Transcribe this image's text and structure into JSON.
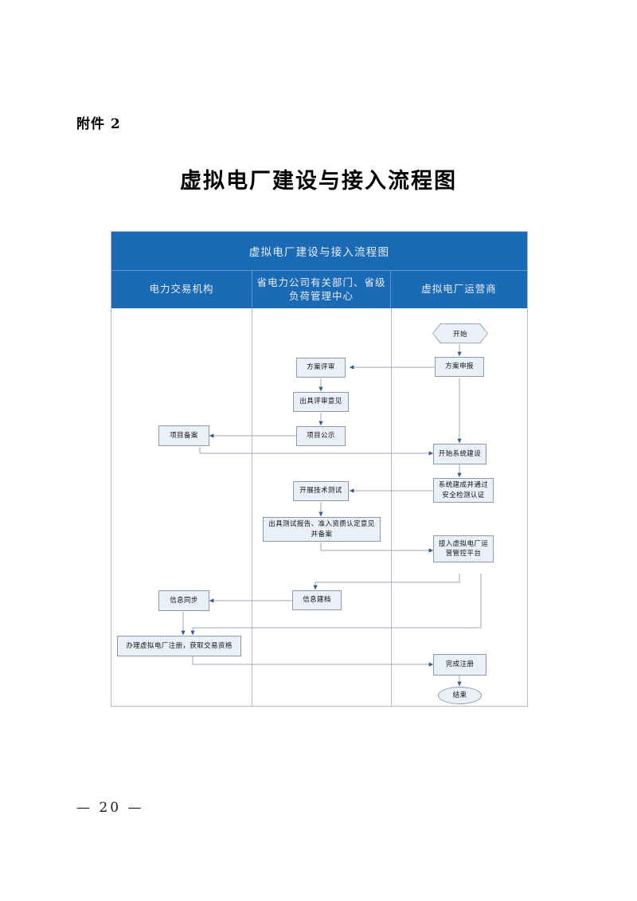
{
  "document": {
    "attachment_label": "附件 2",
    "title": "虚拟电厂建设与接入流程图",
    "page_number": "—  20  —"
  },
  "flowchart": {
    "banner_title": "虚拟电厂建设与接入流程图",
    "accent_color": "#1b6ab5",
    "node_fill": "#eaf0f8",
    "node_border": "#8f9aa8",
    "connector_color": "#9aa7bd",
    "arrow_color": "#2e5c9a",
    "lanes": [
      {
        "label": "电力交易机构"
      },
      {
        "label": "省电力公司有关部门、省级负荷管理中心"
      },
      {
        "label": "虚拟电厂运营商"
      }
    ],
    "nodes": {
      "start": "开始",
      "plan_declare": "方案申报",
      "plan_review": "方案评审",
      "issue_review_opinion": "出具评审意见",
      "project_publicity": "项目公示",
      "project_record": "项目备案",
      "start_system_build": "开始系统建设",
      "system_complete_certified": "系统建成并通过安全检测认证",
      "run_tech_test": "开展技术测试",
      "issue_test_report": "出具测试报告、准入资质认定意见并备案",
      "access_platform": "接入虚拟电厂运营管控平台",
      "info_archive": "信息建档",
      "info_sync": "信息同步",
      "register_vpp": "办理虚拟电厂注册，获取交易资格",
      "finish_register": "完成注册",
      "end": "结束"
    }
  }
}
